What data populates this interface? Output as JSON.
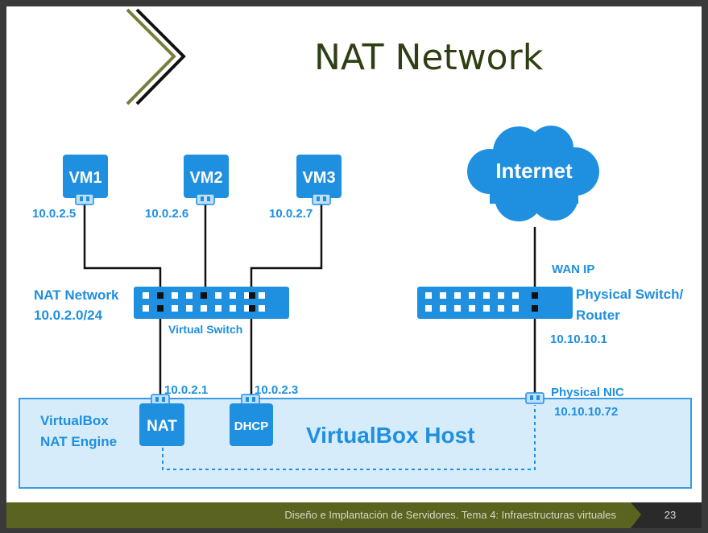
{
  "slide": {
    "title": "NAT Network",
    "footer_text": "Diseño e Implantación de Servidores. Tema 4: Infraestructuras virtuales",
    "page_number": "23"
  },
  "diagram": {
    "vms": [
      {
        "name": "VM1",
        "ip": "10.0.2.5"
      },
      {
        "name": "VM2",
        "ip": "10.0.2.6"
      },
      {
        "name": "VM3",
        "ip": "10.0.2.7"
      }
    ],
    "internet_label": "Internet",
    "nat_network_label": "NAT Network",
    "nat_network_subnet": "10.0.2.0/24",
    "virtual_switch_label": "Virtual Switch",
    "wan_ip_label": "WAN IP",
    "physical_switch_label_line1": "Physical Switch/",
    "physical_switch_label_line2": "Router",
    "router_ip": "10.10.10.1",
    "nat_ip": "10.0.2.1",
    "dhcp_ip": "10.0.2.3",
    "physical_nic_label": "Physical NIC",
    "physical_nic_ip": "10.10.10.72",
    "nat_engine_label_line1": "VirtualBox",
    "nat_engine_label_line2": "NAT Engine",
    "nat_box_label": "NAT",
    "dhcp_box_label": "DHCP",
    "host_label": "VirtualBox Host"
  },
  "colors": {
    "accent_blue": "#1f8fe0",
    "title_green": "#2f3f14",
    "footer_olive": "#5a6320",
    "host_fill": "#d6ecfb"
  }
}
